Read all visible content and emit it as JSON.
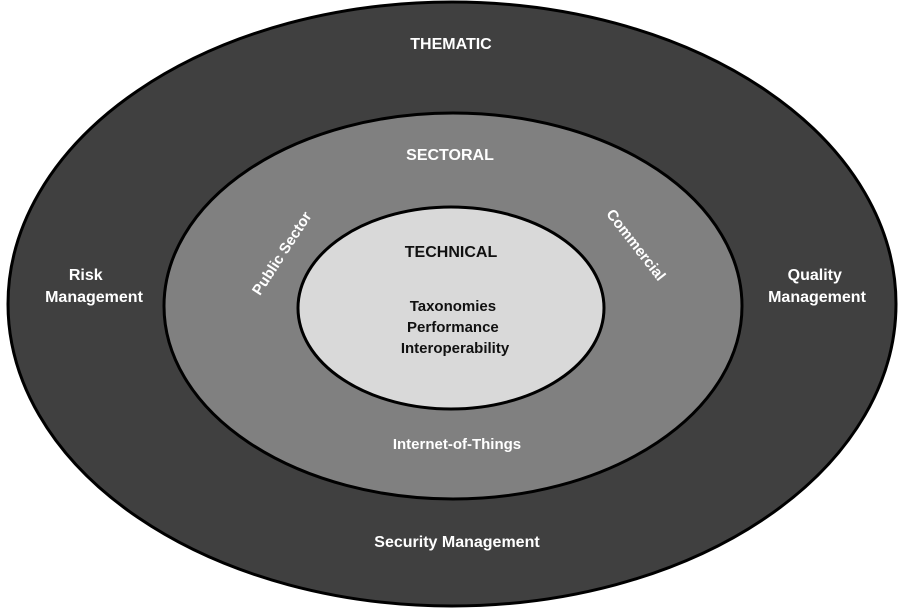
{
  "rings": {
    "outer": {
      "title": "THEMATIC",
      "fill": "#404040"
    },
    "middle": {
      "title": "SECTORAL",
      "fill": "#808080"
    },
    "inner": {
      "title": "TECHNICAL",
      "fill": "#d9d9d9"
    }
  },
  "thematic_items": {
    "risk": [
      "Risk",
      "Management"
    ],
    "quality": [
      "Quality",
      "Management"
    ],
    "security": "Security Management"
  },
  "sectoral_items": {
    "public_sector": "Public Sector",
    "commercial": "Commercial",
    "iot": "Internet-of-Things"
  },
  "technical_items": [
    "Taxonomies",
    "Performance",
    "Interoperability"
  ],
  "colors": {
    "stroke": "#000000",
    "light_text": "#ffffff",
    "dark_text": "#111111"
  }
}
